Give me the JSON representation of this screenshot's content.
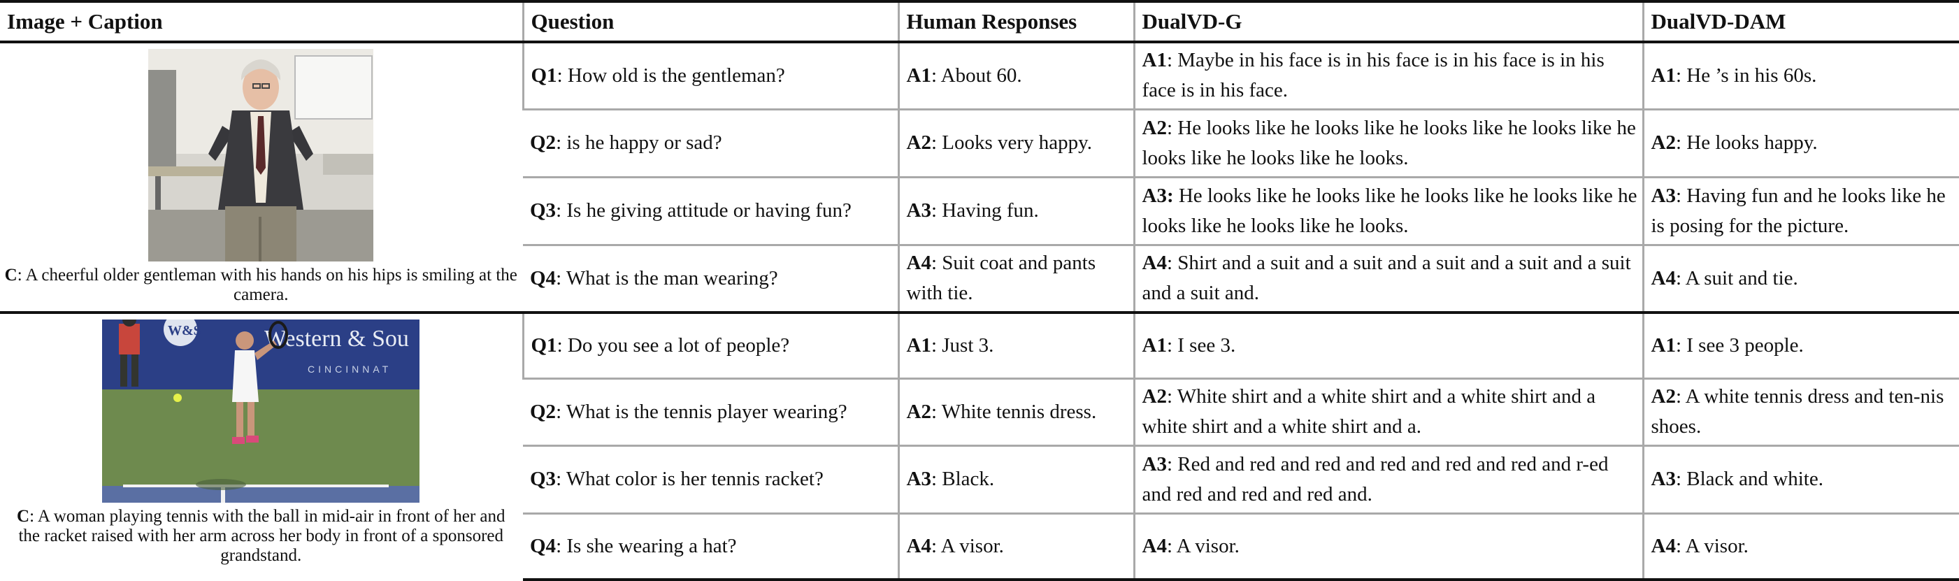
{
  "table": {
    "headers": [
      "Image + Caption",
      "Question",
      "Human Responses",
      "DualVD-G",
      "DualVD-DAM"
    ],
    "examples": [
      {
        "image": "photo of an older gentleman in a suit with hands on his hips",
        "caption_label": "C",
        "caption_text": ": A cheerful older gentleman with his hands on his hips is smiling at the camera.",
        "rows": [
          {
            "q_label": "Q1",
            "q": ": How old is the gentleman?",
            "h_label": "A1",
            "h": ": About 60.",
            "g_label": "A1",
            "g": ": Maybe in his face is in his face is in his face is in his face is in his face.",
            "d_label": "A1",
            "d": ": He ’s in his 60s."
          },
          {
            "q_label": "Q2",
            "q": ": is he happy or sad?",
            "h_label": "A2",
            "h": ": Looks very happy.",
            "g_label": "A2",
            "g": ": He looks like he looks like he looks like he looks like he looks like he looks like he looks.",
            "d_label": "A2",
            "d": ": He looks happy."
          },
          {
            "q_label": "Q3",
            "q": ": Is he giving attitude or having fun?",
            "h_label": "A3",
            "h": ": Having fun.",
            "g_label": "A3:",
            "g": " He looks like he looks like he looks like he looks like he looks like he looks like he looks.",
            "d_label": "A3",
            "d": ": Having fun and he looks like he is posing for the picture."
          },
          {
            "q_label": "Q4",
            "q": ": What is the man wearing?",
            "h_label": "A4",
            "h": ": Suit coat and pants with tie.",
            "g_label": "A4",
            "g": ": Shirt and a suit and a suit and a suit and a suit and a suit and a suit and.",
            "d_label": "A4",
            "d": ": A suit and tie."
          }
        ]
      },
      {
        "image": "photo of a woman playing tennis in front of a sponsored grandstand",
        "banner_line1": "Western & Sou",
        "banner_line2": "CINCINNAT",
        "logo": "W&S",
        "caption_label": "C",
        "caption_text": ": A woman playing tennis with the ball in mid-air in front of her and the racket raised with her arm across her body in front of a sponsored grandstand.",
        "rows": [
          {
            "q_label": "Q1",
            "q": ": Do you see a lot of people?",
            "h_label": "A1",
            "h": ": Just 3.",
            "g_label": "A1",
            "g": ": I see 3.",
            "d_label": "A1",
            "d": ": I see 3 people."
          },
          {
            "q_label": "Q2",
            "q": ": What is the tennis player wearing?",
            "h_label": "A2",
            "h": ": White tennis dress.",
            "g_label": "A2",
            "g": ": White shirt and a white shirt and a white shirt and a white shirt and a white shirt and a.",
            "d_label": "A2",
            "d": ": A white tennis dress and ten-nis shoes."
          },
          {
            "q_label": "Q3",
            "q": ": What color is her tennis racket?",
            "h_label": "A3",
            "h": ": Black.",
            "g_label": "A3",
            "g": ": Red and red and red and red and red and red and r-ed and red and red and red and.",
            "d_label": "A3",
            "d": ": Black and white."
          },
          {
            "q_label": "Q4",
            "q": ": Is she wearing a hat?",
            "h_label": "A4",
            "h": ": A visor.",
            "g_label": "A4",
            "g": ": A visor.",
            "d_label": "A4",
            "d": ": A visor."
          }
        ]
      }
    ]
  }
}
